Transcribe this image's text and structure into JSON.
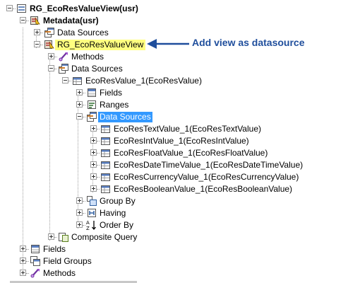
{
  "colors": {
    "selection": "#3399ff",
    "highlight": "#ffff80",
    "arrow": "#1f4e9c",
    "annotation": "#1f4e9c"
  },
  "tree": [
    {
      "id": "root",
      "label": "RG_EcoResValueView(usr)",
      "icon": "view-icon",
      "exp": "minus",
      "bold": true
    },
    {
      "id": "metadata",
      "label": "Metadata(usr)",
      "icon": "metadata-icon",
      "exp": "minus",
      "bold": true
    },
    {
      "id": "ds-top",
      "label": "Data Sources",
      "icon": "datasources-icon",
      "exp": "plus"
    },
    {
      "id": "view-ds",
      "label": "RG_EcoResValueView",
      "icon": "metadata-icon",
      "exp": "minus",
      "highlight": true
    },
    {
      "id": "methods-1",
      "label": "Methods",
      "icon": "methods-icon",
      "exp": "plus"
    },
    {
      "id": "ds-2",
      "label": "Data Sources",
      "icon": "datasources-icon",
      "exp": "minus"
    },
    {
      "id": "ecoresvalue",
      "label": "EcoResValue_1(EcoResValue)",
      "icon": "datasource-icon",
      "exp": "minus"
    },
    {
      "id": "fields-1",
      "label": "Fields",
      "icon": "fields-icon",
      "exp": "plus"
    },
    {
      "id": "ranges",
      "label": "Ranges",
      "icon": "ranges-icon",
      "exp": "plus"
    },
    {
      "id": "ds-3",
      "label": "Data Sources",
      "icon": "datasources-icon",
      "exp": "minus",
      "selected": true
    },
    {
      "id": "text",
      "label": "EcoResTextValue_1(EcoResTextValue)",
      "icon": "datasource-icon",
      "exp": "plus"
    },
    {
      "id": "int",
      "label": "EcoResIntValue_1(EcoResIntValue)",
      "icon": "datasource-icon",
      "exp": "plus"
    },
    {
      "id": "float",
      "label": "EcoResFloatValue_1(EcoResFloatValue)",
      "icon": "datasource-icon",
      "exp": "plus"
    },
    {
      "id": "datetime",
      "label": "EcoResDateTimeValue_1(EcoResDateTimeValue)",
      "icon": "datasource-icon",
      "exp": "plus"
    },
    {
      "id": "currency",
      "label": "EcoResCurrencyValue_1(EcoResCurrencyValue)",
      "icon": "datasource-icon",
      "exp": "plus"
    },
    {
      "id": "boolean",
      "label": "EcoResBooleanValue_1(EcoResBooleanValue)",
      "icon": "datasource-icon",
      "exp": "plus"
    },
    {
      "id": "groupby",
      "label": "Group By",
      "icon": "groupby-icon",
      "exp": "plus"
    },
    {
      "id": "having",
      "label": "Having",
      "icon": "having-icon",
      "exp": "plus"
    },
    {
      "id": "orderby",
      "label": "Order By",
      "icon": "orderby-icon",
      "exp": "plus"
    },
    {
      "id": "composite",
      "label": "Composite Query",
      "icon": "composite-icon",
      "exp": "plus"
    },
    {
      "id": "fields-2",
      "label": "Fields",
      "icon": "fields-icon",
      "exp": "plus"
    },
    {
      "id": "fieldgroups",
      "label": "Field Groups",
      "icon": "fieldgroups-icon",
      "exp": "plus"
    },
    {
      "id": "methods-2",
      "label": "Methods",
      "icon": "methods-icon",
      "exp": "plus"
    }
  ],
  "annotation": {
    "text": "Add view as datasource",
    "arrow_icon": "arrow-left-icon"
  }
}
